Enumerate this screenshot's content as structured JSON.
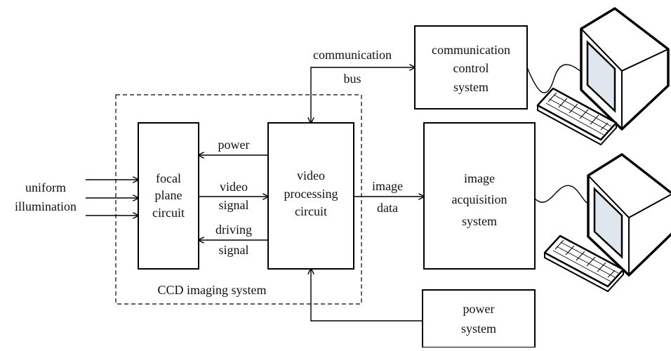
{
  "diagram": {
    "input_label": [
      "uniform",
      "illumination"
    ],
    "focal_plane": [
      "focal",
      "plane",
      "circuit"
    ],
    "video_processing": [
      "video",
      "processing",
      "circuit"
    ],
    "comm_control": [
      "communication",
      "control",
      "system"
    ],
    "image_acquisition": [
      "image",
      "acquisition",
      "system"
    ],
    "power_system": [
      "power",
      "system"
    ],
    "comm_bus": [
      "communication",
      "bus"
    ],
    "power_signal": "power",
    "video_signal": [
      "video",
      "signal"
    ],
    "driving_signal": [
      "driving",
      "signal"
    ],
    "image_data": [
      "image",
      "data"
    ],
    "ccd_label": "CCD imaging system"
  },
  "icons": [
    "computer-monitor-icon",
    "keyboard-icon"
  ],
  "colors": {
    "line": "#000000",
    "screen": "#dfe6ee",
    "text": "#111111"
  }
}
